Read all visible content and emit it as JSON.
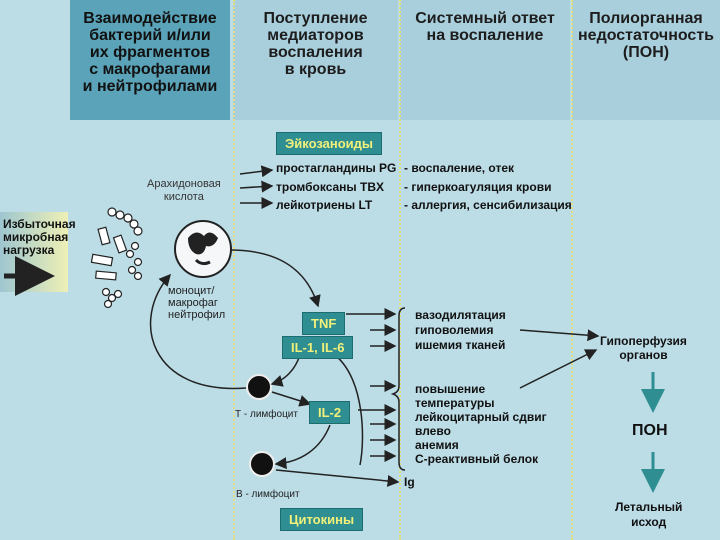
{
  "headers": {
    "col1": "Взаимодействие\nбактерий и/или\nих фрагментов\nс макрофагами\nи нейтрофилами",
    "col2": "Поступление\nмедиаторов\nвоспаления\nв кровь",
    "col3": "Системный ответ\nна воспаление",
    "col4": "Полиорганная\nнедостаточность\n(ПОН)"
  },
  "tags": {
    "eicosanoids": "Эйкозаноиды",
    "tnf": "TNF",
    "il16": "IL-1, IL-6",
    "il2": "IL-2",
    "cytokines": "Цитокины"
  },
  "left_label": "Избыточная\nмикробная\nнагрузка",
  "arachidonic": "Арахидоновая\nкислота",
  "monocyte": "моноцит/\nмакрофаг\nнейтрофил",
  "t_cell": "Т - лимфоцит",
  "b_cell": "В - лимфоцит",
  "eicosanoid_rows": [
    {
      "mediator": "простагландины PG",
      "effect": "- воспаление, отек"
    },
    {
      "mediator": "тромбоксаны TBX",
      "effect": "- гиперкоагуляция крови"
    },
    {
      "mediator": "лейкотриены LT",
      "effect": "- аллергия, сенсибилизация"
    }
  ],
  "responses_group1": "вазодилятация\nгиповолемия\nишемия тканей",
  "responses_group2": "повышение\nтемпературы\nлейкоцитарный сдвиг\nвлево\nанемия\nС-реактивный белок",
  "ig": "Ig",
  "hypoperfusion": "Гипоперфузия\nорганов",
  "pon": "ПОН",
  "outcome": "Летальный\nисход"
}
